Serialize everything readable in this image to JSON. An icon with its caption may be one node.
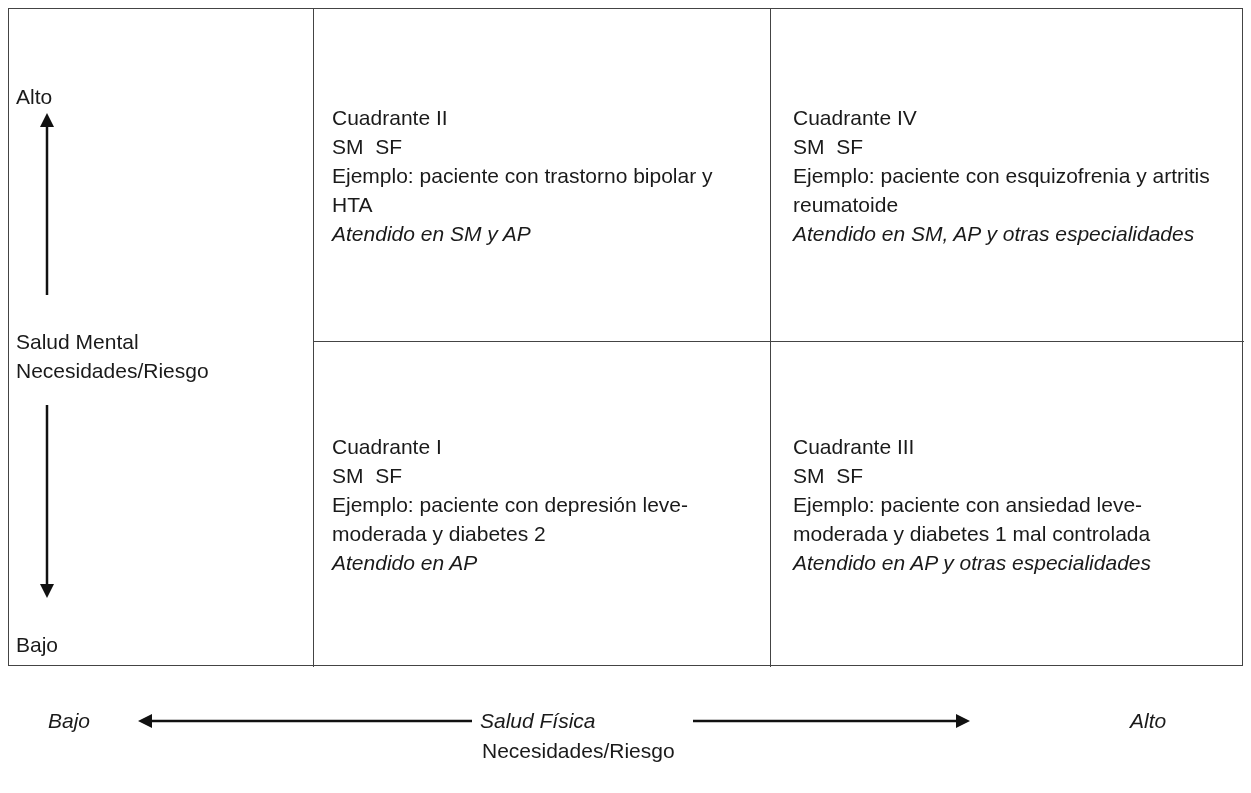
{
  "diagram": {
    "nodes": [
      {
        "text": [
          "Cuadrante II",
          "SM  SF",
          "Ejemplo: paciente con trastorno bipolar y HTA",
          "Atendido en SM y AP"
        ]
      },
      {
        "text": [
          "Cuadrante IV",
          "SM  SF",
          "Ejemplo: paciente con esquizofrenia y artritis reumatoide",
          "Atendido en SM, AP y otras especialidades"
        ]
      },
      {
        "text": [
          "Cuadrante I",
          "SM  SF",
          "Ejemplo: paciente con depresión leve-moderada y diabetes 2",
          "Atendido en AP"
        ]
      },
      {
        "text": [
          "Cuadrante III",
          "SM  SF",
          "Ejemplo: paciente con ansiedad leve-moderada y diabetes 1 mal controlada",
          "Atendido en AP y otras especialidades"
        ]
      }
    ],
    "labels": [
      "Alto",
      "Salud Mental Necesidades/Riesgo",
      "Bajo",
      "Bajo",
      "Salud Física",
      "Necesidades/Riesgo",
      "Alto"
    ]
  }
}
